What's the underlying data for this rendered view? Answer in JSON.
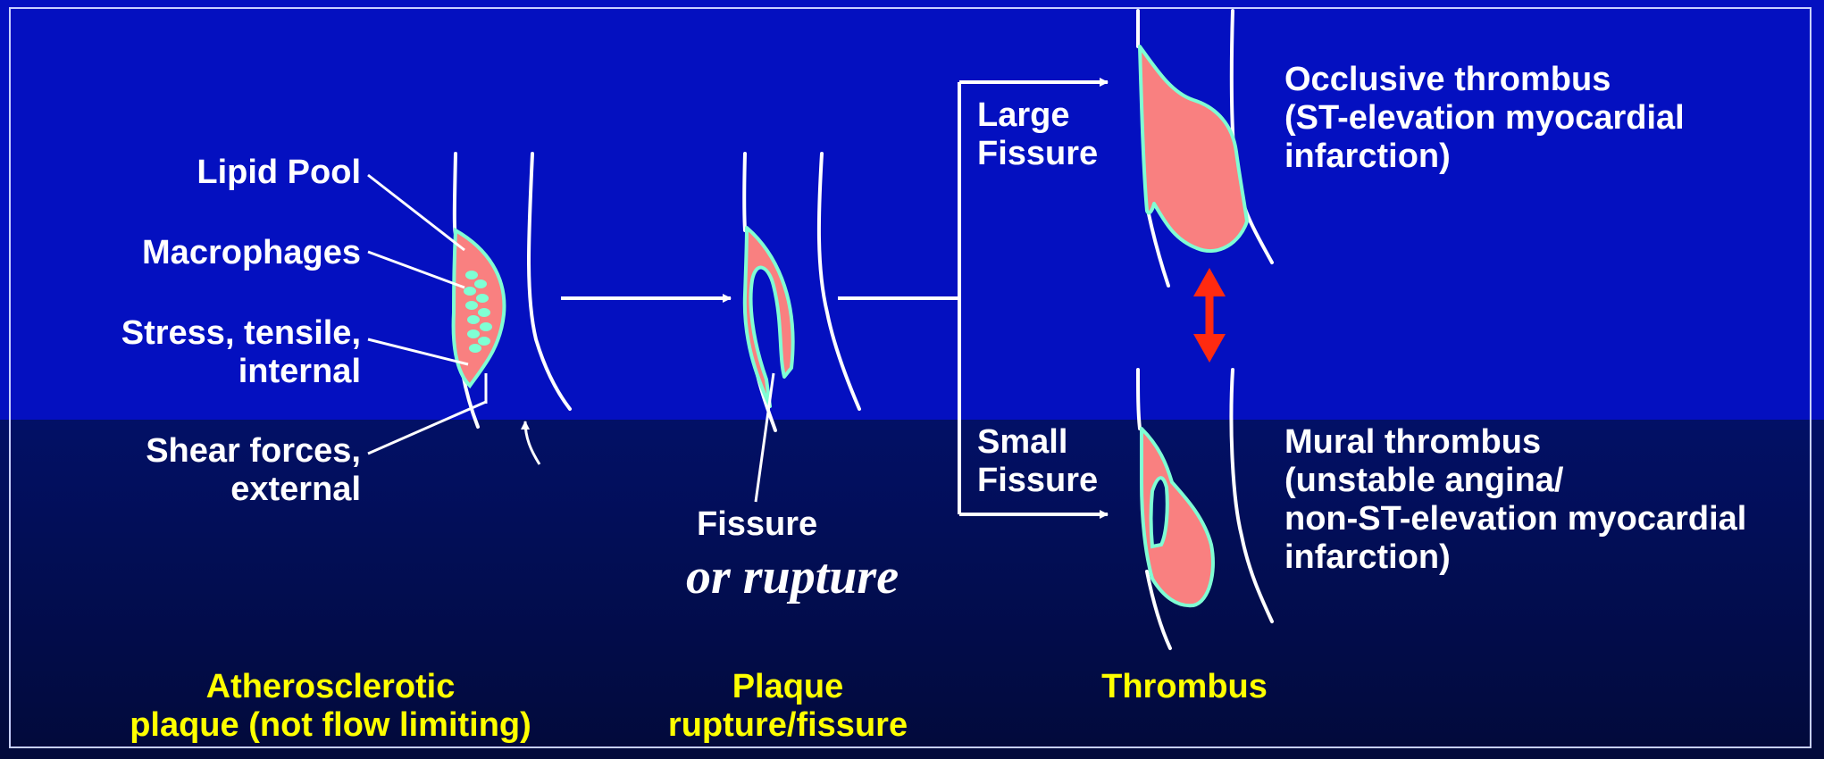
{
  "colors": {
    "background_top": "#0410c0",
    "background_bottom": "#020a3a",
    "line": "#ffffff",
    "plaque_fill": "#f98080",
    "plaque_outline": "#7fffd4",
    "macrophage": "#7fffd4",
    "caption": "#ffff00",
    "double_arrow": "#ff2a10"
  },
  "labels": {
    "lipid_pool": "Lipid Pool",
    "macrophages": "Macrophages",
    "stress": "Stress, tensile,\ninternal",
    "shear": "Shear forces,\nexternal",
    "fissure": "Fissure",
    "or_rupture": "or rupture",
    "large_fissure": "Large\nFissure",
    "small_fissure": "Small\nFissure",
    "occlusive": "Occlusive thrombus\n(ST-elevation myocardial\ninfarction)",
    "mural": "Mural thrombus\n(unstable angina/\nnon-ST-elevation myocardial\ninfarction)"
  },
  "captions": {
    "stage1": "Atherosclerotic\nplaque (not flow limiting)",
    "stage2": "Plaque\nrupture/fissure",
    "stage3": "Thrombus"
  },
  "icons": {
    "flow_arrow": "curved-arrow-icon",
    "bidirectional": "double-headed-arrow-icon"
  }
}
